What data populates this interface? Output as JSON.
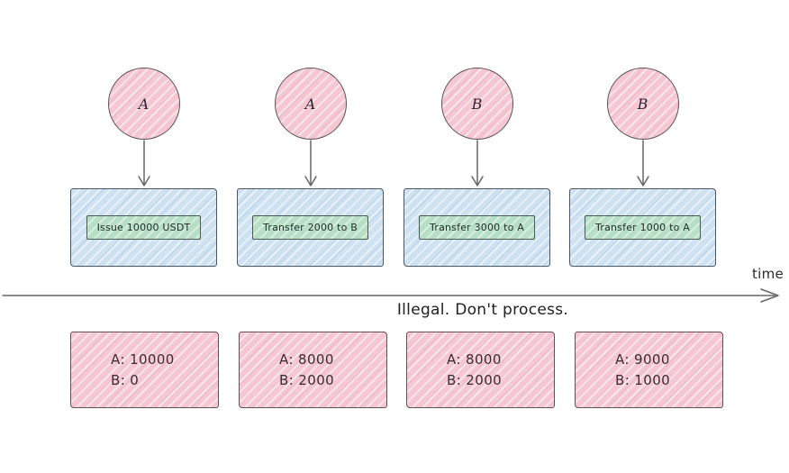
{
  "colors": {
    "ink": "#2a2a2a",
    "balance_ink": "#3c2b35",
    "pink_fill": "#f5c7d3",
    "pink_border": "#5f5156",
    "blue_fill": "#cee2f2",
    "blue_border": "#4c5660",
    "green_fill": "#b6dfc6",
    "green_border": "#4a5a50",
    "arrow": "#666666"
  },
  "timeline": {
    "label": "time",
    "annotation": "Illegal. Don't process."
  },
  "columns": [
    {
      "actor": "A",
      "action": "Issue 10000 USDT",
      "balance_a": "A: 10000",
      "balance_b": "B: 0"
    },
    {
      "actor": "A",
      "action": "Transfer 2000 to B",
      "balance_a": "A: 8000",
      "balance_b": "B: 2000"
    },
    {
      "actor": "B",
      "action": "Transfer 3000 to A",
      "balance_a": "A: 8000",
      "balance_b": "B: 2000"
    },
    {
      "actor": "B",
      "action": "Transfer 1000 to A",
      "balance_a": "A: 9000",
      "balance_b": "B: 1000"
    }
  ]
}
